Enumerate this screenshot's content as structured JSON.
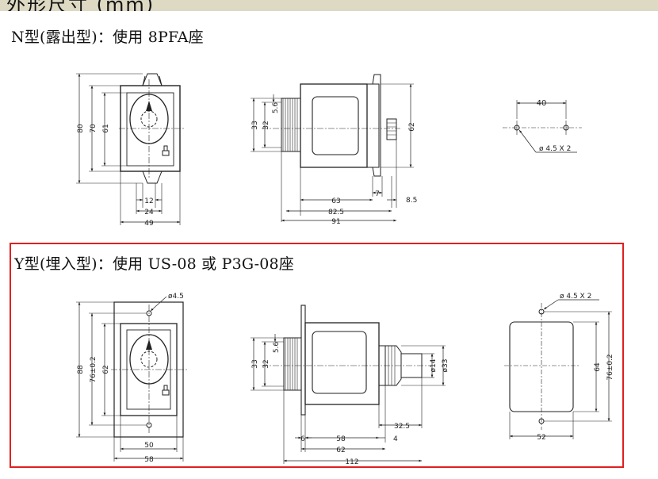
{
  "header": {
    "title": "外形尺寸 (mm)"
  },
  "sections": {
    "n_type": {
      "heading": "N型(露出型)：使用 8PFA座",
      "front": {
        "d_80": "80",
        "d_70": "70",
        "d_61": "61",
        "d_12": "12",
        "d_24": "24",
        "d_49": "49"
      },
      "side": {
        "d_56": "5.6",
        "d_33": "33",
        "d_32": "32",
        "d_62": "62",
        "d_63": "63",
        "d_7": "7",
        "d_825": "82.5",
        "d_85": "8.5",
        "d_91": "91"
      },
      "panel": {
        "d_40": "40",
        "hole": "ø 4.5 X 2"
      }
    },
    "y_type": {
      "heading": "Y型(埋入型)：使用 US-08 或 P3G-08座",
      "front": {
        "hole": "ø4.5",
        "d_88": "88",
        "d_76": "76±0.2",
        "d_62": "62",
        "d_50": "50",
        "d_58": "58"
      },
      "side": {
        "d_56": "5.6",
        "d_33": "33",
        "d_32": "32",
        "d_14": "ø14",
        "d_33b": "ø33",
        "d_325": "32.5",
        "d_6": "6",
        "d_58": "58",
        "d_4": "4",
        "d_62": "62",
        "d_112": "112"
      },
      "cutout": {
        "hole": "ø 4.5 X 2",
        "d_64": "64",
        "d_76": "76±0.2",
        "d_52": "52"
      }
    }
  },
  "colors": {
    "highlight_border": "#e02020",
    "header_band": "#ddd9c3",
    "line": "#222222"
  }
}
